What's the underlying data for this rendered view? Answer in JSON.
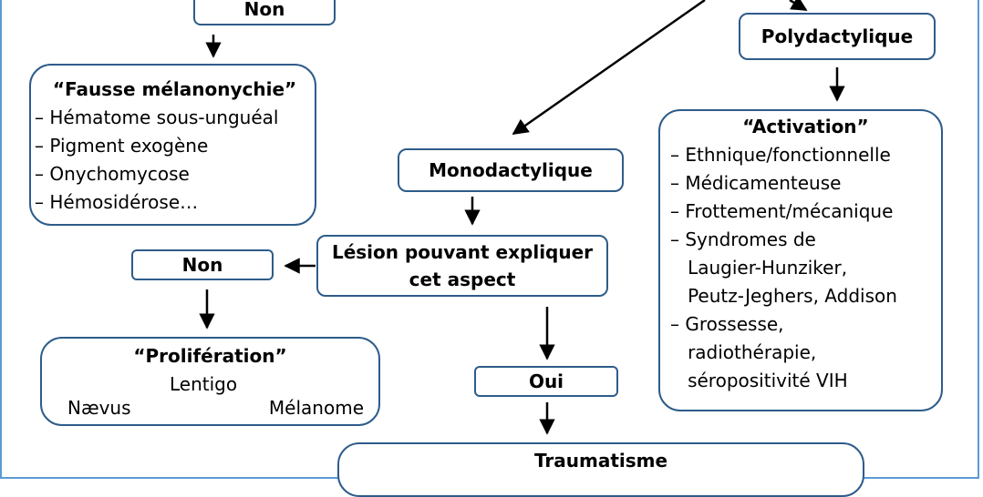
{
  "nodes": {
    "non_top": "Non",
    "fausse": {
      "title": "“Fausse mélanonychie”",
      "items": [
        "– Hématome sous-unguéal",
        "– Pigment exogène",
        "– Onychomycose",
        "– Hémosidérose…"
      ]
    },
    "poly": "Polydactylique",
    "activation": {
      "title": "“Activation”",
      "items": [
        "– Ethnique/fonctionnelle",
        "– Médicamenteuse",
        "– Frottement/mécanique",
        "– Syndromes de",
        "   Laugier-Hunziker,",
        "   Peutz-Jeghers, Addison",
        "– Grossesse,",
        "   radiothérapie,",
        "   séropositivité VIH"
      ]
    },
    "mono": "Monodactylique",
    "lesion": [
      "Lésion pouvant expliquer",
      "cet aspect"
    ],
    "non_mid": "Non",
    "proliferation": {
      "title": "“Prolifération”",
      "lentigo": "Lentigo",
      "naevus": "Nævus",
      "melanome": "Mélanome"
    },
    "oui": "Oui",
    "traumatisme": "Traumatisme"
  },
  "colors": {
    "border": "#2e5c8a",
    "frame": "#5b9bd5"
  }
}
